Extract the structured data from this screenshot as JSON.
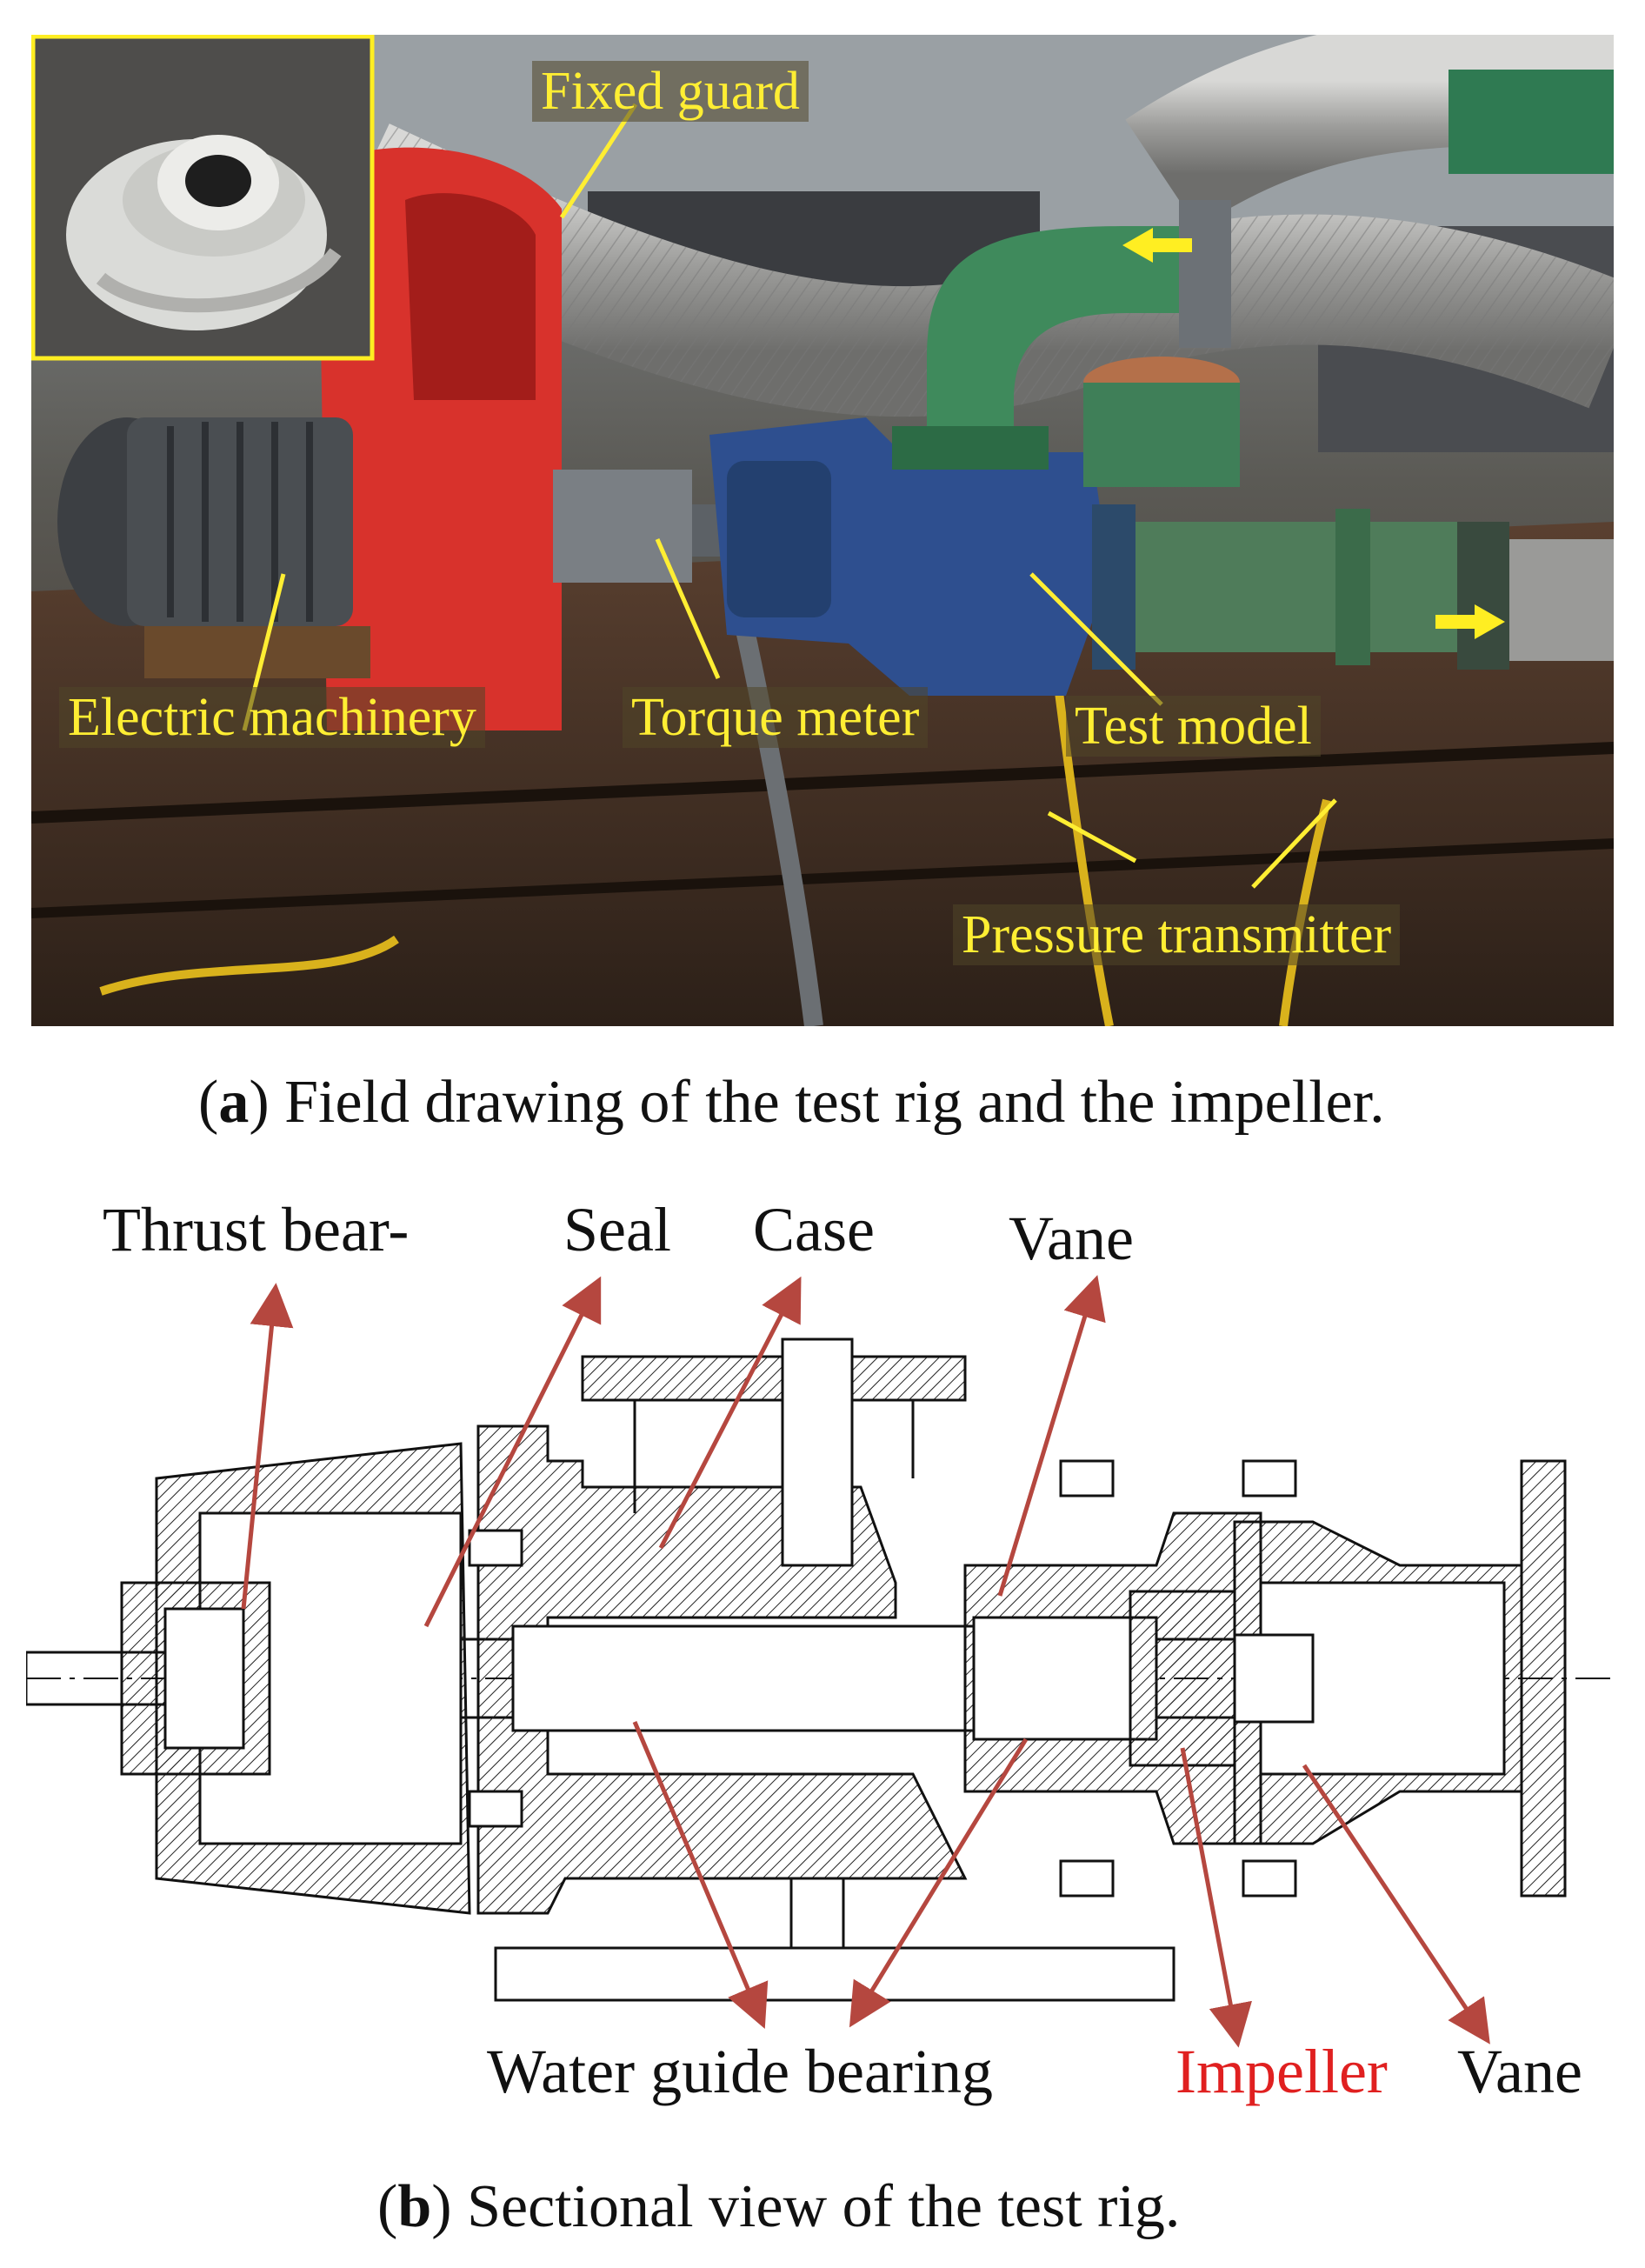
{
  "photo_labels": {
    "fixed_guard": "Fixed guard",
    "electric_machinery": "Electric machinery",
    "torque_meter": "Torque meter",
    "test_model": "Test model",
    "pressure_transmitter": "Pressure transmitter"
  },
  "caption_a": {
    "letter": "a",
    "text": "Field drawing of the test rig and the impeller."
  },
  "drawing_labels": {
    "thrust_bearing": "Thrust  bear-",
    "seal": "Seal",
    "case": "Case",
    "vane_top": "Vane",
    "water_guide_bearing": "Water guide bearing",
    "impeller": "Impeller",
    "vane_bottom": "Vane"
  },
  "caption_b": {
    "letter": "b",
    "text": "Sectional view of the test rig."
  },
  "colors": {
    "label_yellow": "#ffee33",
    "leader_red": "#b5473f",
    "impeller_red": "#e02020"
  }
}
